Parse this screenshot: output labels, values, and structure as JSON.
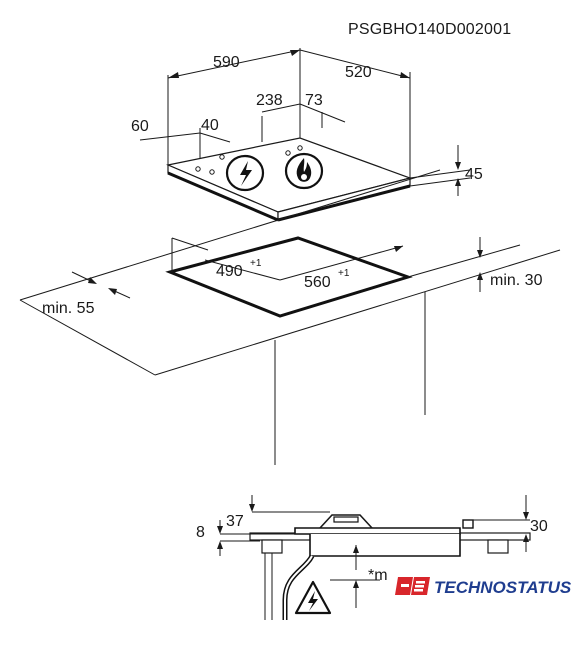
{
  "product_code": "PSGBHO140D002001",
  "dimensions": {
    "width": "590",
    "depth": "520",
    "burner_spacing": "238",
    "side_offset": "73",
    "left_margin": "60",
    "knob_offset": "40",
    "height": "45",
    "cutout_depth": "490",
    "cutout_depth_tol": "+1",
    "cutout_width": "560",
    "cutout_width_tol": "+1",
    "min_back": "min. 30",
    "min_front": "min. 55",
    "section_left_a": "8",
    "section_left_b": "37",
    "section_right": "30",
    "section_note": "*m"
  },
  "brand": {
    "name": "TECHNOSTATUS",
    "color": "#1f3d8f",
    "logo_color": "#d8262b"
  },
  "icons": [
    "electric-warning-icon",
    "gas-flame-icon",
    "electric-warning-icon"
  ]
}
